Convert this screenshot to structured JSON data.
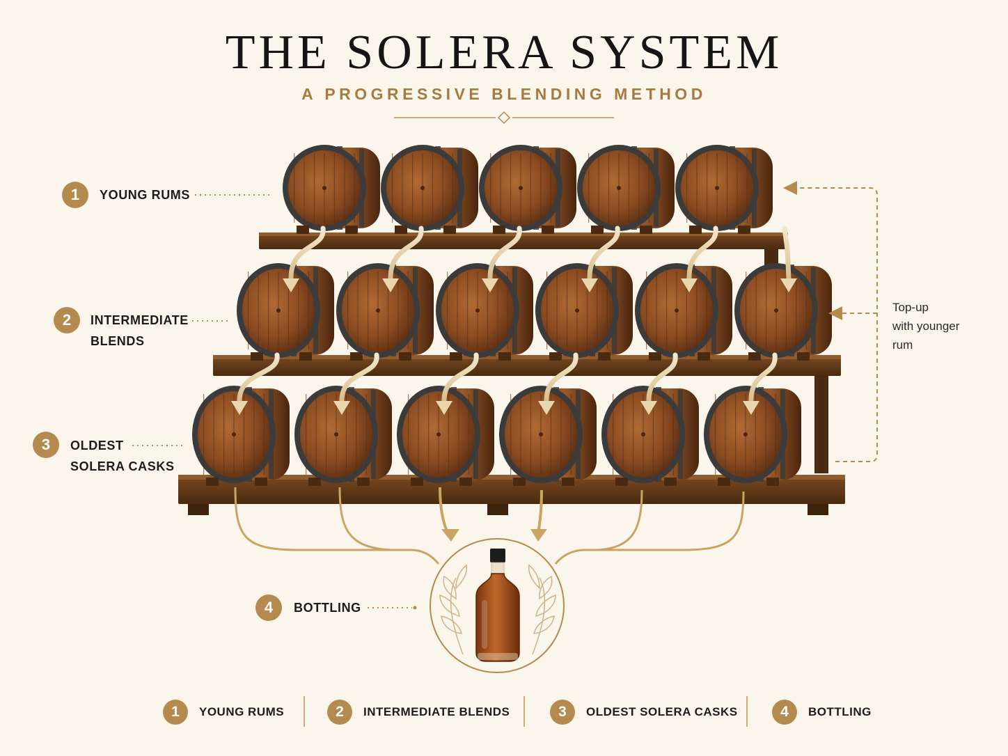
{
  "header": {
    "title": "THE SOLERA SYSTEM",
    "subtitle": "A PROGRESSIVE BLENDING METHOD"
  },
  "stages": [
    {
      "number": "1",
      "label_lines": [
        "YOUNG RUMS"
      ]
    },
    {
      "number": "2",
      "label_lines": [
        "INTERMEDIATE",
        "BLENDS"
      ]
    },
    {
      "number": "3",
      "label_lines": [
        "OLDEST",
        "SOLERA CASKS"
      ]
    },
    {
      "number": "4",
      "label_lines": [
        "BOTTLING"
      ]
    }
  ],
  "topup_note": [
    "Top-up",
    "with younger",
    "rum"
  ],
  "legend": [
    {
      "number": "1",
      "label": "YOUNG RUMS"
    },
    {
      "number": "2",
      "label": "INTERMEDIATE BLENDS"
    },
    {
      "number": "3",
      "label": "OLDEST SOLERA CASKS"
    },
    {
      "number": "4",
      "label": "BOTTLING"
    }
  ],
  "tiers": [
    {
      "name": "young-rums-tier",
      "barrel_count": 5
    },
    {
      "name": "intermediate-blends-tier",
      "barrel_count": 6
    },
    {
      "name": "oldest-solera-tier",
      "barrel_count": 6
    }
  ],
  "colors": {
    "accent_gold": "#b48a4f",
    "barrel_wood": "#8a4f24",
    "rack_wood": "#5a3518",
    "background": "#fbf6ec",
    "rum_amber": "#a3501a"
  },
  "icons": [
    "barrel-icon",
    "bottle-icon",
    "leaf-icon",
    "arrow-down-icon",
    "diamond-icon"
  ]
}
